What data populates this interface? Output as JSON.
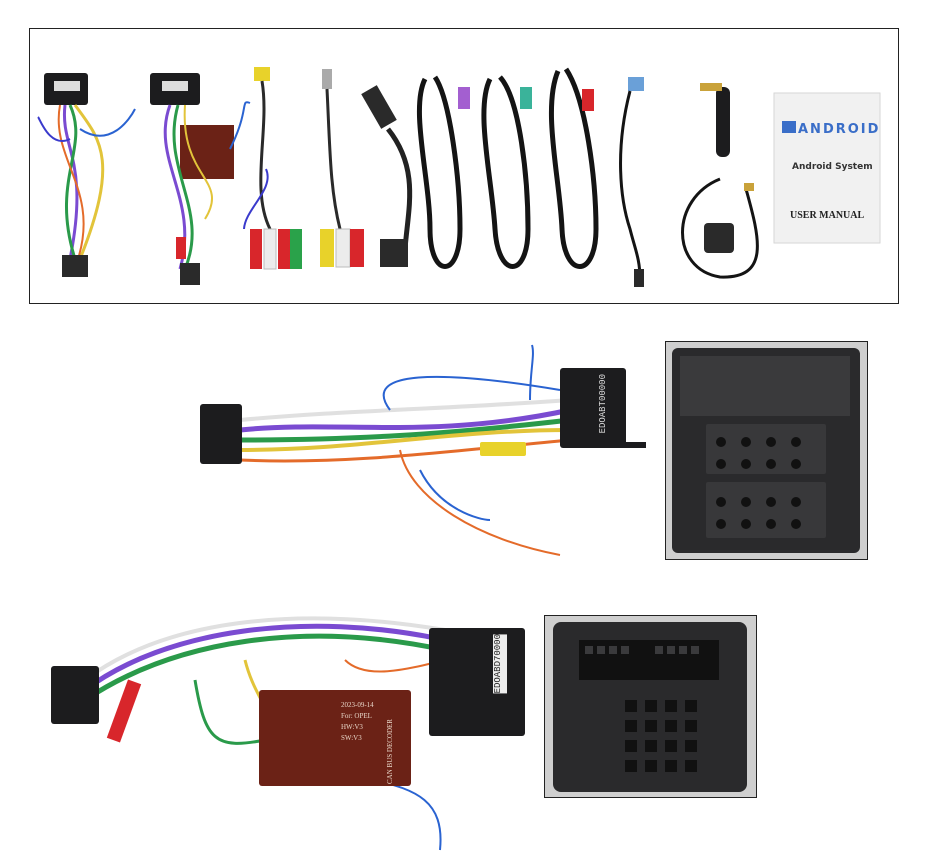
{
  "manual": {
    "brand": "ANDROID",
    "system_label": "Android System",
    "title": "USER MANUAL"
  },
  "harness1": {
    "label": "EDOABT00000"
  },
  "harness2": {
    "label": "EDOABD70000",
    "decoder_lines": [
      "CAN BUS DECODER",
      "2023-09-14",
      "For: OPEL",
      "HW:V3",
      "SW:V3"
    ]
  },
  "colors": {
    "connector": "#1c1c1e",
    "rca_red": "#d8262b",
    "rca_yellow": "#e8d22a",
    "rca_white": "#ececec",
    "rca_green": "#2aa24a",
    "decoder_box": "#6b2216",
    "frame_border": "#222222"
  }
}
